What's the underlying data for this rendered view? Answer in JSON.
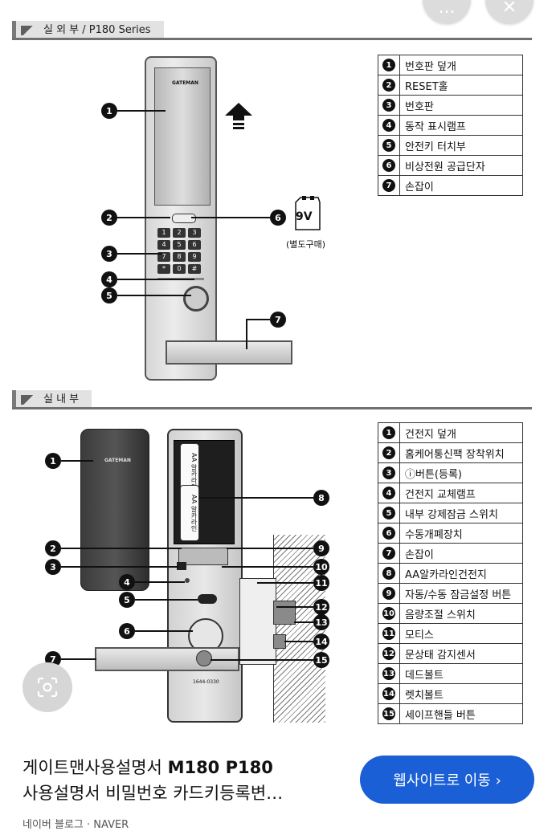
{
  "top_buttons": {
    "more_label": "...",
    "close_label": "✕"
  },
  "exterior": {
    "section_title": "실 외 부 / P180 Series",
    "brand": "GATEMAN",
    "battery_label": "9V",
    "battery_note": "(별도구매)",
    "keys": [
      "1",
      "2",
      "3",
      "4",
      "5",
      "6",
      "7",
      "8",
      "9",
      "*",
      "0",
      "#"
    ],
    "callouts": [
      "1",
      "2",
      "3",
      "4",
      "5",
      "6",
      "7"
    ],
    "legend": [
      {
        "num": "1",
        "label": "번호판 덮개"
      },
      {
        "num": "2",
        "label": "RESET홀"
      },
      {
        "num": "3",
        "label": "번호판"
      },
      {
        "num": "4",
        "label": "동작 표시램프"
      },
      {
        "num": "5",
        "label": "안전키 터치부"
      },
      {
        "num": "6",
        "label": "비상전원 공급단자"
      },
      {
        "num": "7",
        "label": "손잡이"
      }
    ]
  },
  "interior": {
    "section_title": "실 내 부",
    "brand": "GATEMAN",
    "battery_text": "AA 알카라인",
    "phone": "1644-0330",
    "callouts": [
      "1",
      "2",
      "3",
      "4",
      "5",
      "6",
      "7",
      "8",
      "9",
      "10",
      "11",
      "12",
      "13",
      "14",
      "15"
    ],
    "legend": [
      {
        "num": "1",
        "label": "건전지 덮개"
      },
      {
        "num": "2",
        "label": "홈케어통신팩 장착위치"
      },
      {
        "num": "3",
        "label": "ⓘ버튼(등록)"
      },
      {
        "num": "4",
        "label": "건전지 교체램프"
      },
      {
        "num": "5",
        "label": "내부 강제잠금 스위치"
      },
      {
        "num": "6",
        "label": "수동개폐장치"
      },
      {
        "num": "7",
        "label": "손잡이"
      },
      {
        "num": "8",
        "label": "AA알카라인건전지"
      },
      {
        "num": "9",
        "label": "자동/수동 잠금설정 버튼"
      },
      {
        "num": "10",
        "label": "음량조절 스위치"
      },
      {
        "num": "11",
        "label": "모티스"
      },
      {
        "num": "12",
        "label": "문상태 감지센서"
      },
      {
        "num": "13",
        "label": "데드볼트"
      },
      {
        "num": "14",
        "label": "렛치볼트"
      },
      {
        "num": "15",
        "label": "세이프핸들 버튼"
      }
    ]
  },
  "result": {
    "title_part1": "게이트맨사용설명서 ",
    "title_bold": "M180 P180",
    "title_line2": "사용설명서 비밀번호 카드키등록변…",
    "visit_button": "웹사이트로 이동 ›",
    "source": "네이버 블로그 · NAVER"
  }
}
